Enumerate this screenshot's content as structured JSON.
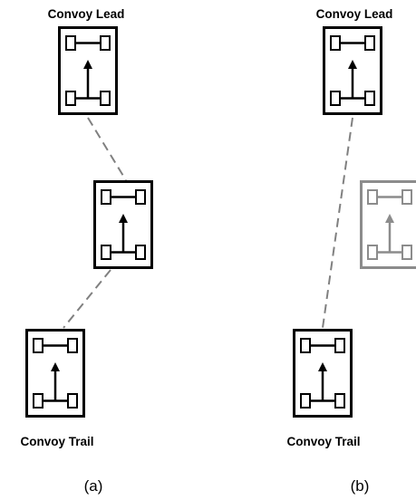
{
  "panel_a": {
    "lead_label": "Convoy Lead",
    "trail_label": "Convoy Trail",
    "caption": "(a)"
  },
  "panel_b": {
    "lead_label": "Convoy Lead",
    "trail_label": "Convoy Trail",
    "caption": "(b)"
  },
  "colors": {
    "vehicle_active": "#000000",
    "vehicle_inactive": "#8c8c8c",
    "link": "#808080"
  }
}
